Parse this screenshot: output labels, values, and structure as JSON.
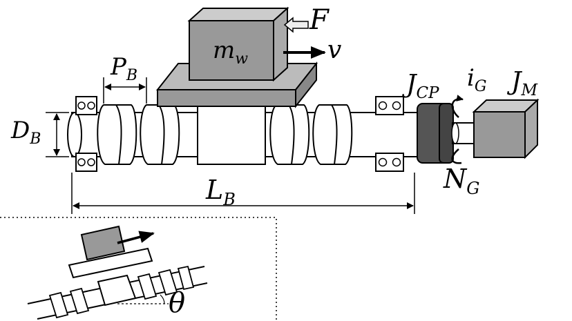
{
  "labels": {
    "force": "F",
    "mass_main": "m",
    "mass_sub": "w",
    "velocity": "v",
    "pitch_main": "P",
    "pitch_sub": "B",
    "diameter_main": "D",
    "diameter_sub": "B",
    "length_main": "L",
    "length_sub": "B",
    "coupling_inertia_main": "J",
    "coupling_inertia_sub": "CP",
    "gear_ratio_main": "i",
    "gear_ratio_sub": "G",
    "motor_inertia_main": "J",
    "motor_inertia_sub": "M",
    "gear_count_main": "N",
    "gear_count_sub": "G",
    "inclination": "θ"
  },
  "colors": {
    "mass_fill": "#999999",
    "table_fill": "#999999",
    "coupling_fill": "#555555",
    "motor_fill": "#999999",
    "force_arrow_fill": "#eeeeee",
    "stroke": "#000000"
  }
}
